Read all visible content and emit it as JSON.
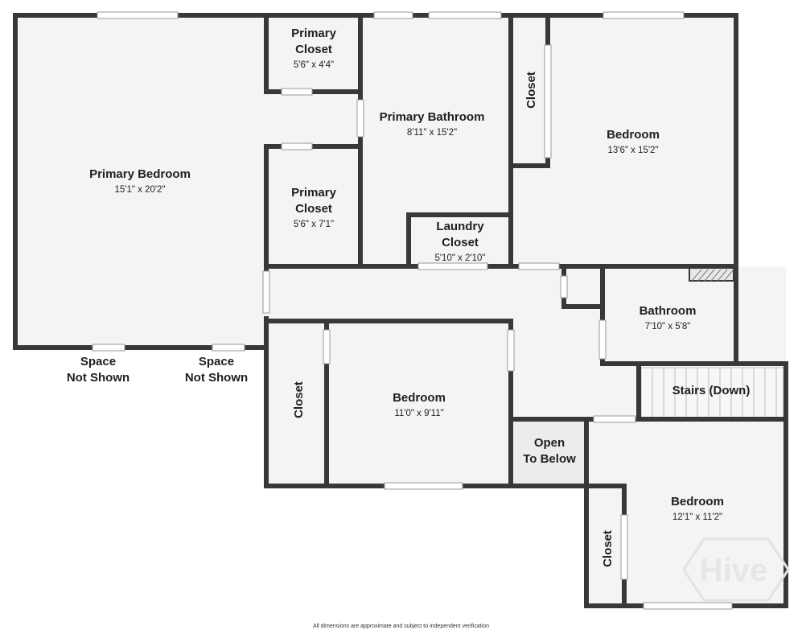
{
  "rooms": {
    "primary_bedroom": {
      "name": "Primary Bedroom",
      "dims": "15'1\" x 20'2\""
    },
    "primary_closet_top": {
      "name_line1": "Primary",
      "name_line2": "Closet",
      "dims": "5'6\" x 4'4\""
    },
    "primary_closet_mid": {
      "name_line1": "Primary",
      "name_line2": "Closet",
      "dims": "5'6\" x 7'1\""
    },
    "primary_bathroom": {
      "name": "Primary Bathroom",
      "dims": "8'11\" x 15'2\""
    },
    "laundry_closet": {
      "name_line1": "Laundry",
      "name_line2": "Closet",
      "dims": "5'10\" x 2'10\""
    },
    "bedroom_ne": {
      "name": "Bedroom",
      "dims": "13'6\" x 15'2\""
    },
    "closet_ne": {
      "name": "Closet"
    },
    "bathroom": {
      "name": "Bathroom",
      "dims": "7'10\" x 5'8\""
    },
    "stairs": {
      "name": "Stairs (Down)"
    },
    "closet_left": {
      "name": "Closet"
    },
    "bedroom_mid": {
      "name": "Bedroom",
      "dims": "11'0\" x 9'11\""
    },
    "open_to_below": {
      "name_line1": "Open",
      "name_line2": "To Below"
    },
    "bedroom_se": {
      "name": "Bedroom",
      "dims": "12'1\" x 11'2\""
    },
    "closet_se": {
      "name": "Closet"
    }
  },
  "notes": {
    "space_1_line1": "Space",
    "space_1_line2": "Not Shown",
    "space_2_line1": "Space",
    "space_2_line2": "Not Shown"
  },
  "watermark": "Hive",
  "footer": "All dimensions are approximate and subject to independent verification",
  "colors": {
    "wall": "#383838",
    "floor": "#f4f4f4",
    "background": "#ffffff"
  }
}
